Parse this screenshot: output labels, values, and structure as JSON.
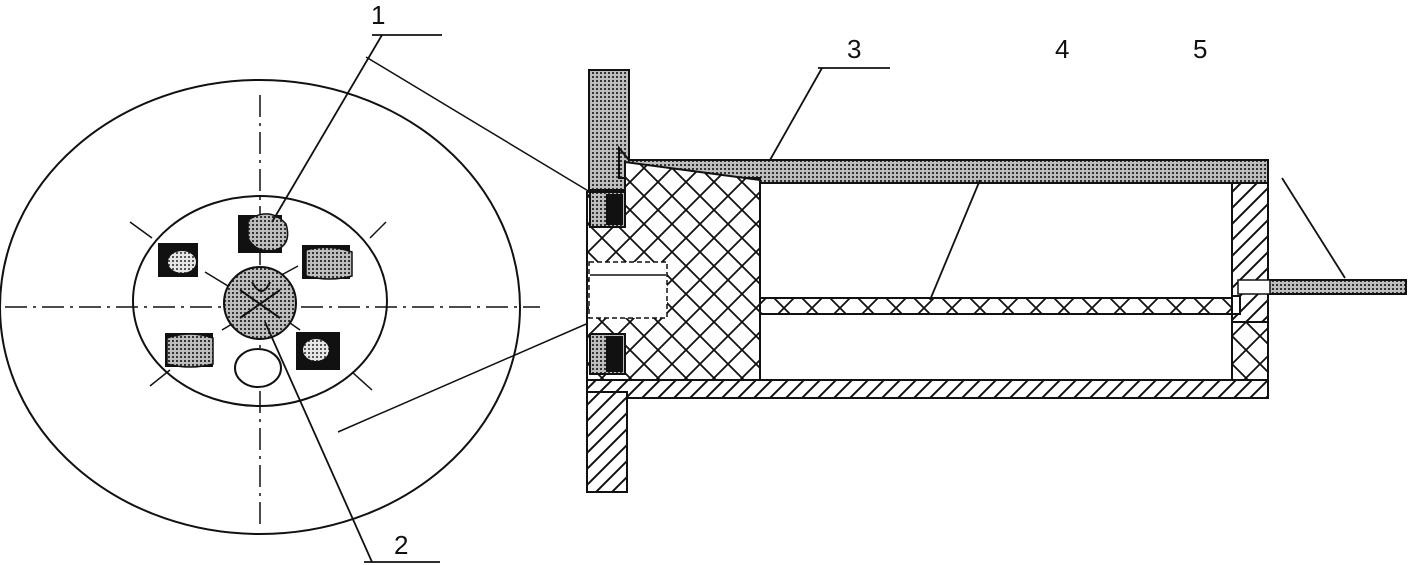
{
  "callouts": [
    {
      "id": "1",
      "label": "1"
    },
    {
      "id": "2",
      "label": "2"
    },
    {
      "id": "3",
      "label": "3"
    },
    {
      "id": "4",
      "label": "4"
    },
    {
      "id": "5",
      "label": "5"
    }
  ],
  "colors": {
    "ink": "#111111",
    "paper": "#ffffff",
    "stipple_dark": "#333333",
    "stipple_light": "#888888"
  }
}
